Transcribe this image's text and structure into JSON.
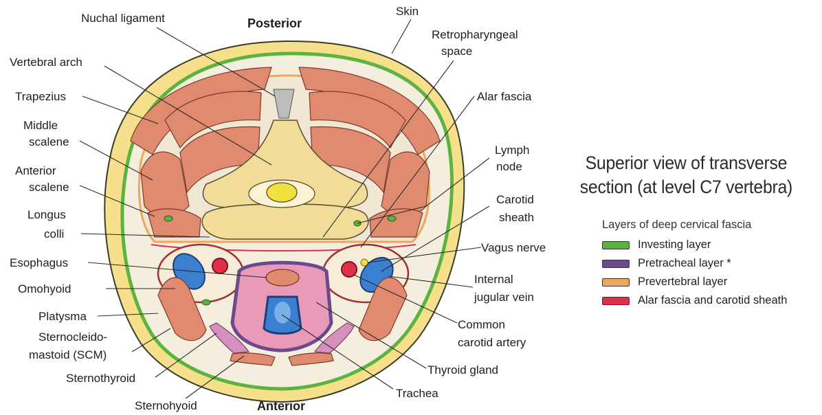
{
  "diagram": {
    "labels": {
      "posterior": "Posterior",
      "anterior": "Anterior",
      "nuchal_ligament": "Nuchal ligament",
      "skin": "Skin",
      "vertebral_arch": "Vertebral arch",
      "retropharyngeal_1": "Retropharyngeal",
      "retropharyngeal_2": "space",
      "trapezius": "Trapezius",
      "alar_fascia": "Alar fascia",
      "middle_scalene_1": "Middle",
      "middle_scalene_2": "scalene",
      "lymph_node_1": "Lymph",
      "lymph_node_2": "node",
      "anterior_scalene_1": "Anterior",
      "anterior_scalene_2": "scalene",
      "carotid_sheath_1": "Carotid",
      "carotid_sheath_2": "sheath",
      "longus_colli_1": "Longus",
      "longus_colli_2": "colli",
      "vagus_nerve": "Vagus nerve",
      "esophagus": "Esophagus",
      "internal_jugular_1": "Internal",
      "internal_jugular_2": "jugular vein",
      "omohyoid": "Omohyoid",
      "platysma": "Platysma",
      "common_carotid_1": "Common",
      "common_carotid_2": "carotid artery",
      "scm_1": "Sternocleido-",
      "scm_2": "mastoid (SCM)",
      "sternothyroid": "Sternothyroid",
      "thyroid_gland": "Thyroid gland",
      "trachea": "Trachea",
      "sternohyoid": "Sternohyoid"
    }
  },
  "title": {
    "line1": "Superior view of transverse",
    "line2": "section (at level C7 vertebra)"
  },
  "legend": {
    "heading": "Layers of deep cervical fascia",
    "items": [
      {
        "label": "Investing layer",
        "color": "#5cb33f"
      },
      {
        "label": "Pretracheal layer *",
        "color": "#6a4a8c"
      },
      {
        "label": "Prevertebral layer",
        "color": "#f0a65a"
      },
      {
        "label": "Alar fascia and carotid sheath",
        "color": "#e0304a"
      }
    ]
  },
  "colors": {
    "skin": "#f6e08c",
    "muscle": "#e08a70",
    "bone": "#f2dc9a",
    "vein": "#3a7fd0",
    "thyroid": "#e89ab8",
    "fascia_investing": "#5cb33f",
    "fascia_pretracheal": "#6a4a8c",
    "fascia_prevertebral": "#f0a65a",
    "fascia_alar": "#e0304a"
  }
}
